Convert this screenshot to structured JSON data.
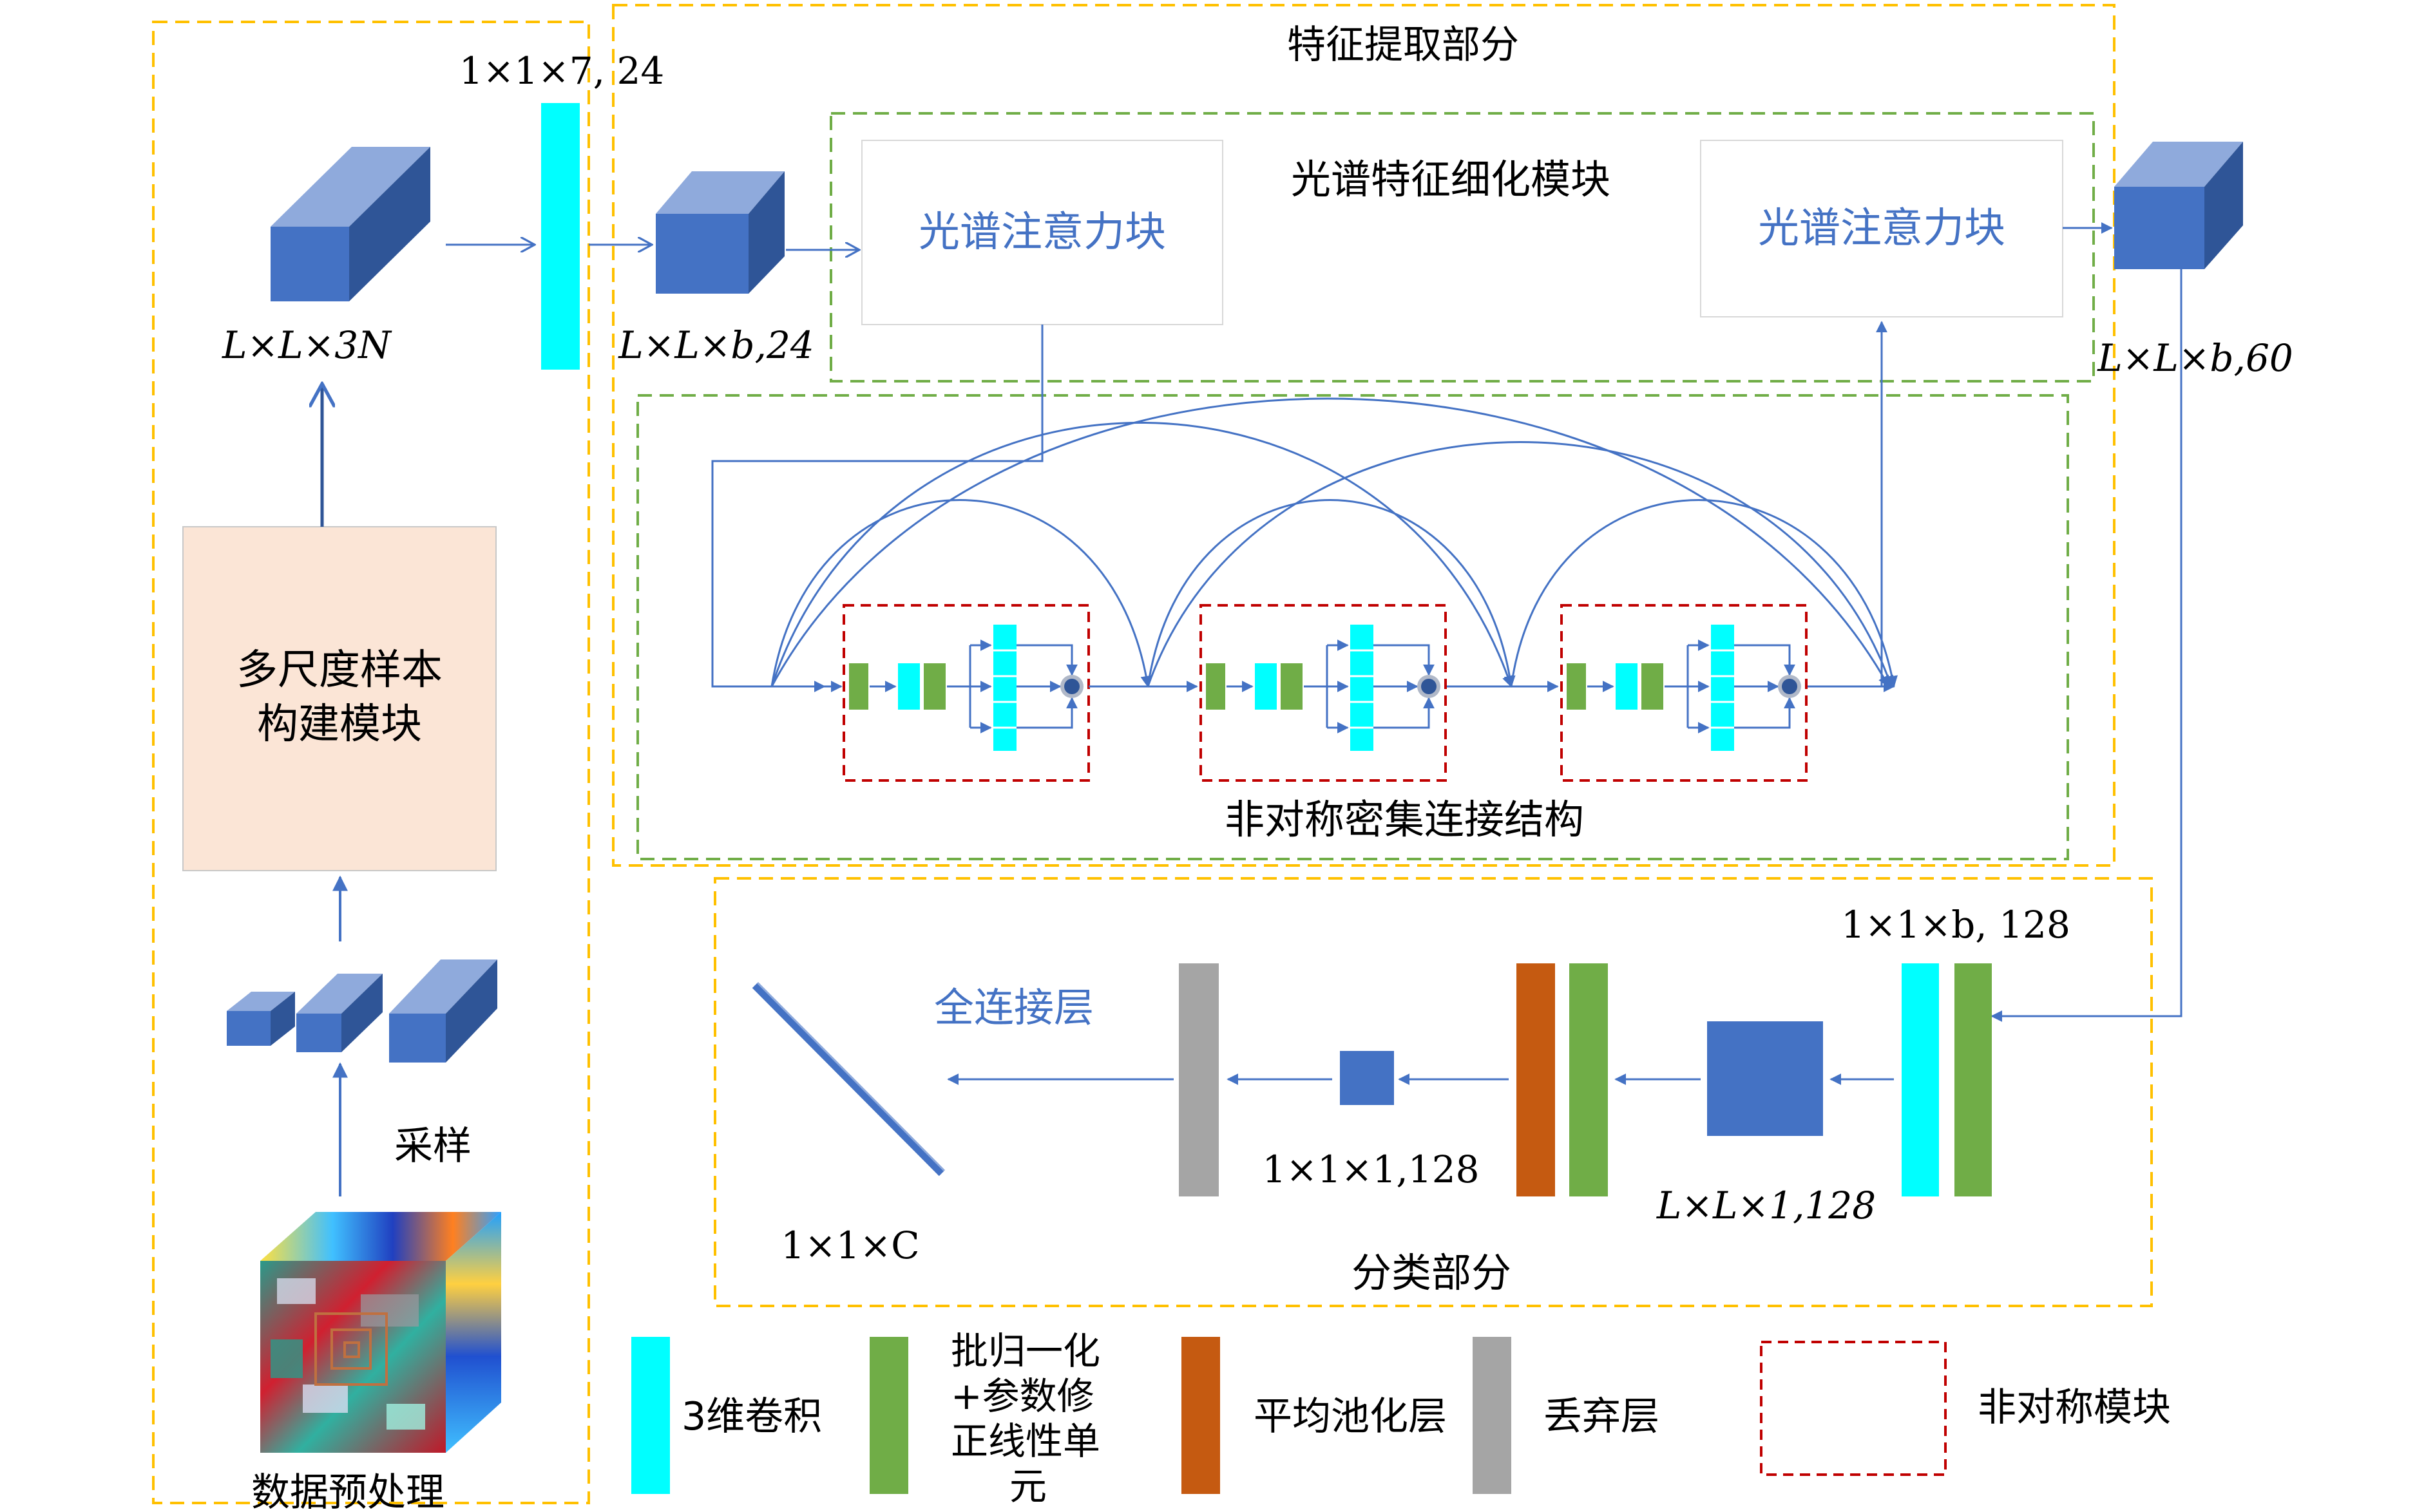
{
  "preprocess": {
    "data_label": "数据预处理",
    "sampling_label": "采样",
    "multiscale_module_line1": "多尺度样本",
    "multiscale_module_line2": "构建模块",
    "cube_label": "L×L×3N",
    "conv_label": "1×1×7, 24"
  },
  "feature": {
    "section_title": "特征提取部分",
    "input_label": "L×L×b,24",
    "refine_title": "光谱特征细化模块",
    "attention_block_1": "光谱注意力块",
    "attention_block_2": "光谱注意力块",
    "dense_title": "非对称密集连接结构",
    "output_label": "L×L×b,60"
  },
  "classify": {
    "section_title": "分类部分",
    "conv_label": "1×1×b, 128",
    "pool_in_label": "L×L×1,128",
    "pool_out_label": "1×1×1,128",
    "fc_label": "全连接层",
    "output_label": "1×1×C"
  },
  "legend": {
    "conv3d": "3维卷积",
    "bn_relu": "批归一化+参数修正线性单元",
    "bn_relu_line1": "批归一化",
    "bn_relu_line2": "+参数修",
    "bn_relu_line3": "正线性单",
    "bn_relu_line4": "元",
    "avgpool": "平均池化层",
    "dropout": "丢弃层",
    "asym_module": "非对称模块"
  },
  "colors": {
    "conv3d": "#00FFFF",
    "bn_relu": "#70AD47",
    "avgpool": "#C55A11",
    "dropout": "#A5A5A5",
    "asym_module_border": "#C00000",
    "section_border": "#FFC000",
    "module_border": "#70AD47",
    "arrow": "#4472C4",
    "cube_front": "#4472C4",
    "multiscale_fill": "#FBE5D6",
    "highlight_text": "#4472C4"
  }
}
